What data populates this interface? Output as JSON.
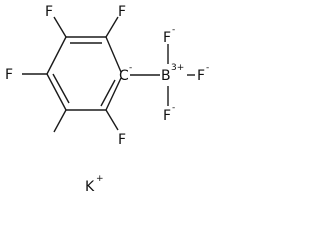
{
  "molecule": {
    "atoms": {
      "f_top_left": "F",
      "f_top_right": "F",
      "f_left": "F",
      "f_bottom_right": "F",
      "carbanion": "C",
      "boron": "B",
      "bf_top": "F",
      "bf_right": "F",
      "bf_bottom": "F",
      "potassium": "K"
    },
    "charges": {
      "carbanion": "-",
      "boron": "3+",
      "bf_top": "-",
      "bf_right": "-",
      "bf_bottom": "-",
      "potassium": "+"
    }
  }
}
